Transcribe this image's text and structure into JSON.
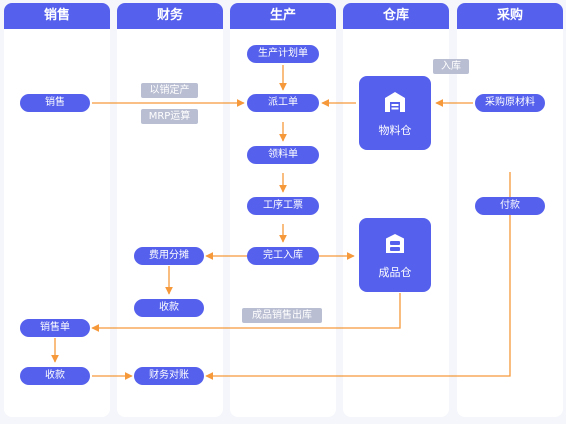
{
  "lanes": {
    "sales": "销售",
    "finance": "财务",
    "production": "生产",
    "warehouse": "仓库",
    "purchase": "采购"
  },
  "nodes": {
    "sales": "销售",
    "production_plan": "生产计划单",
    "dispatch": "派工单",
    "picking": "领料单",
    "work_ticket": "工序工票",
    "completion": "完工入库",
    "purchase_material": "采购原材料",
    "payment": "付款",
    "expense_allocation": "费用分摊",
    "collection_finance": "收款",
    "sales_order": "销售单",
    "collection_sales": "收款",
    "reconciliation": "财务对账"
  },
  "warehouses": {
    "material": "物料仓",
    "finished": "成品仓"
  },
  "tags": {
    "produce_by_sales": "以销定产",
    "mrp": "MRP运算",
    "inbound": "入库",
    "finished_sales_outbound": "成品销售出库"
  },
  "colors": {
    "lane_header": "#5560ec",
    "node": "#5560ec",
    "tag": "#b9bed2",
    "arrow": "#f5993a",
    "background": "#f4f6fb"
  },
  "icons": {
    "material_warehouse": "warehouse-icon",
    "finished_warehouse": "storage-box-icon"
  }
}
